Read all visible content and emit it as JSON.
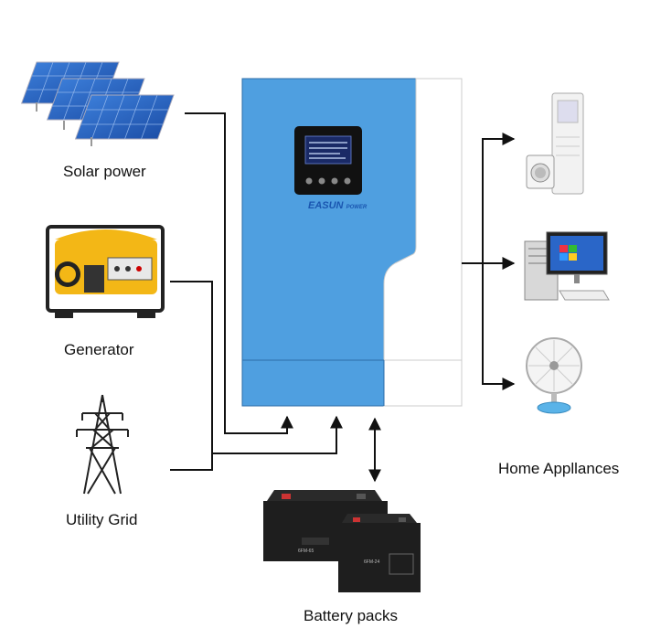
{
  "sources": {
    "solar": "Solar power",
    "generator": "Generator",
    "grid": "Utility Grid"
  },
  "loads": {
    "label": "Home Appllances"
  },
  "storage": {
    "label": "Battery packs",
    "battery_model_a": "6FM-65",
    "battery_model_b": "6FM-24"
  },
  "inverter": {
    "brand": "EASUN",
    "brand_sub": "POWER"
  },
  "colors": {
    "inverter_body": "#4f9fe0",
    "inverter_panel": "#ffffff",
    "wire": "#111111",
    "battery": "#1e1e1e"
  }
}
